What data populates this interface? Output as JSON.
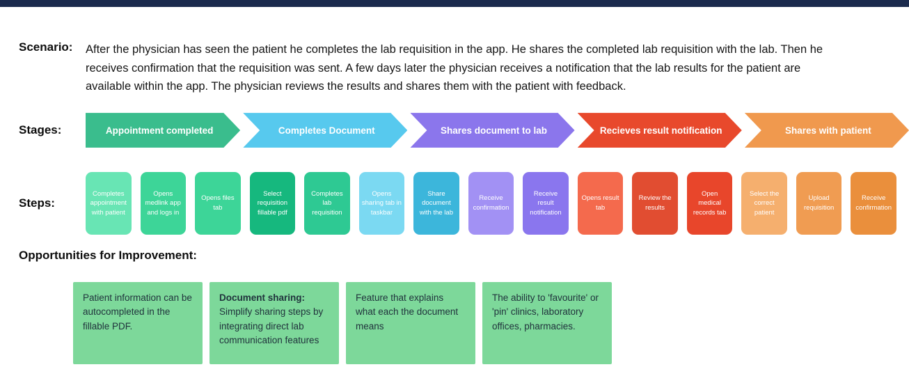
{
  "palette": {
    "topbar": "#1B2B4D",
    "opportunity_box": "#7DD89A",
    "opportunity_text": "#20333C"
  },
  "scenario": {
    "label": "Scenario:",
    "text": "After the physician has seen the patient he completes the lab requisition in the app. He shares the completed lab requisition with the lab. Then he receives confirmation that the requisition was sent. A few days later the physician receives a notification that the lab results for the patient are available within the app. The physician reviews the results and shares them with the patient with feedback."
  },
  "stages": {
    "label": "Stages:",
    "items": [
      {
        "label": "Appointment completed",
        "color": "#3ABD8D"
      },
      {
        "label": "Completes Document",
        "color": "#57C9EE"
      },
      {
        "label": "Shares document to lab",
        "color": "#8B76EC"
      },
      {
        "label": "Recieves result notification",
        "color": "#E8492C"
      },
      {
        "label": "Shares with patient",
        "color": "#F0994E"
      }
    ]
  },
  "steps": {
    "label": "Steps:",
    "items": [
      {
        "label": "Completes appointment with patient",
        "color": "#68E5B4"
      },
      {
        "label": "Opens medlink app and logs in",
        "color": "#3DD598"
      },
      {
        "label": "Opens files tab",
        "color": "#3DD598"
      },
      {
        "label": "Select requisition fillable pdf",
        "color": "#16B87E"
      },
      {
        "label": "Completes lab requisition",
        "color": "#2EC993"
      },
      {
        "label": "Opens sharing tab in taskbar",
        "color": "#7BD9F2"
      },
      {
        "label": "Share document with the lab",
        "color": "#3CB6DB"
      },
      {
        "label": "Receive confirmation",
        "color": "#A291F4"
      },
      {
        "label": "Receive result notification",
        "color": "#8A76EE"
      },
      {
        "label": "Opens result tab",
        "color": "#F46A4D"
      },
      {
        "label": "Review the results",
        "color": "#E14D31"
      },
      {
        "label": "Open medical records tab",
        "color": "#E8462B"
      },
      {
        "label": "Select the correct patient",
        "color": "#F5AF6E"
      },
      {
        "label": "Upload requisition",
        "color": "#F09C52"
      },
      {
        "label": "Receive confirmation",
        "color": "#EA8F3C"
      }
    ]
  },
  "opportunities": {
    "heading": "Opportunities for Improvement:",
    "items": [
      {
        "title": "",
        "text": "Patient information can be autocompleted in the fillable PDF."
      },
      {
        "title": "Document sharing:",
        "text": "Simplify sharing steps by integrating direct lab communication features"
      },
      {
        "title": "",
        "text": "Feature that explains what each the document means"
      },
      {
        "title": "",
        "text": "The ability to 'favourite' or 'pin' clinics, laboratory offices, pharmacies."
      }
    ]
  }
}
